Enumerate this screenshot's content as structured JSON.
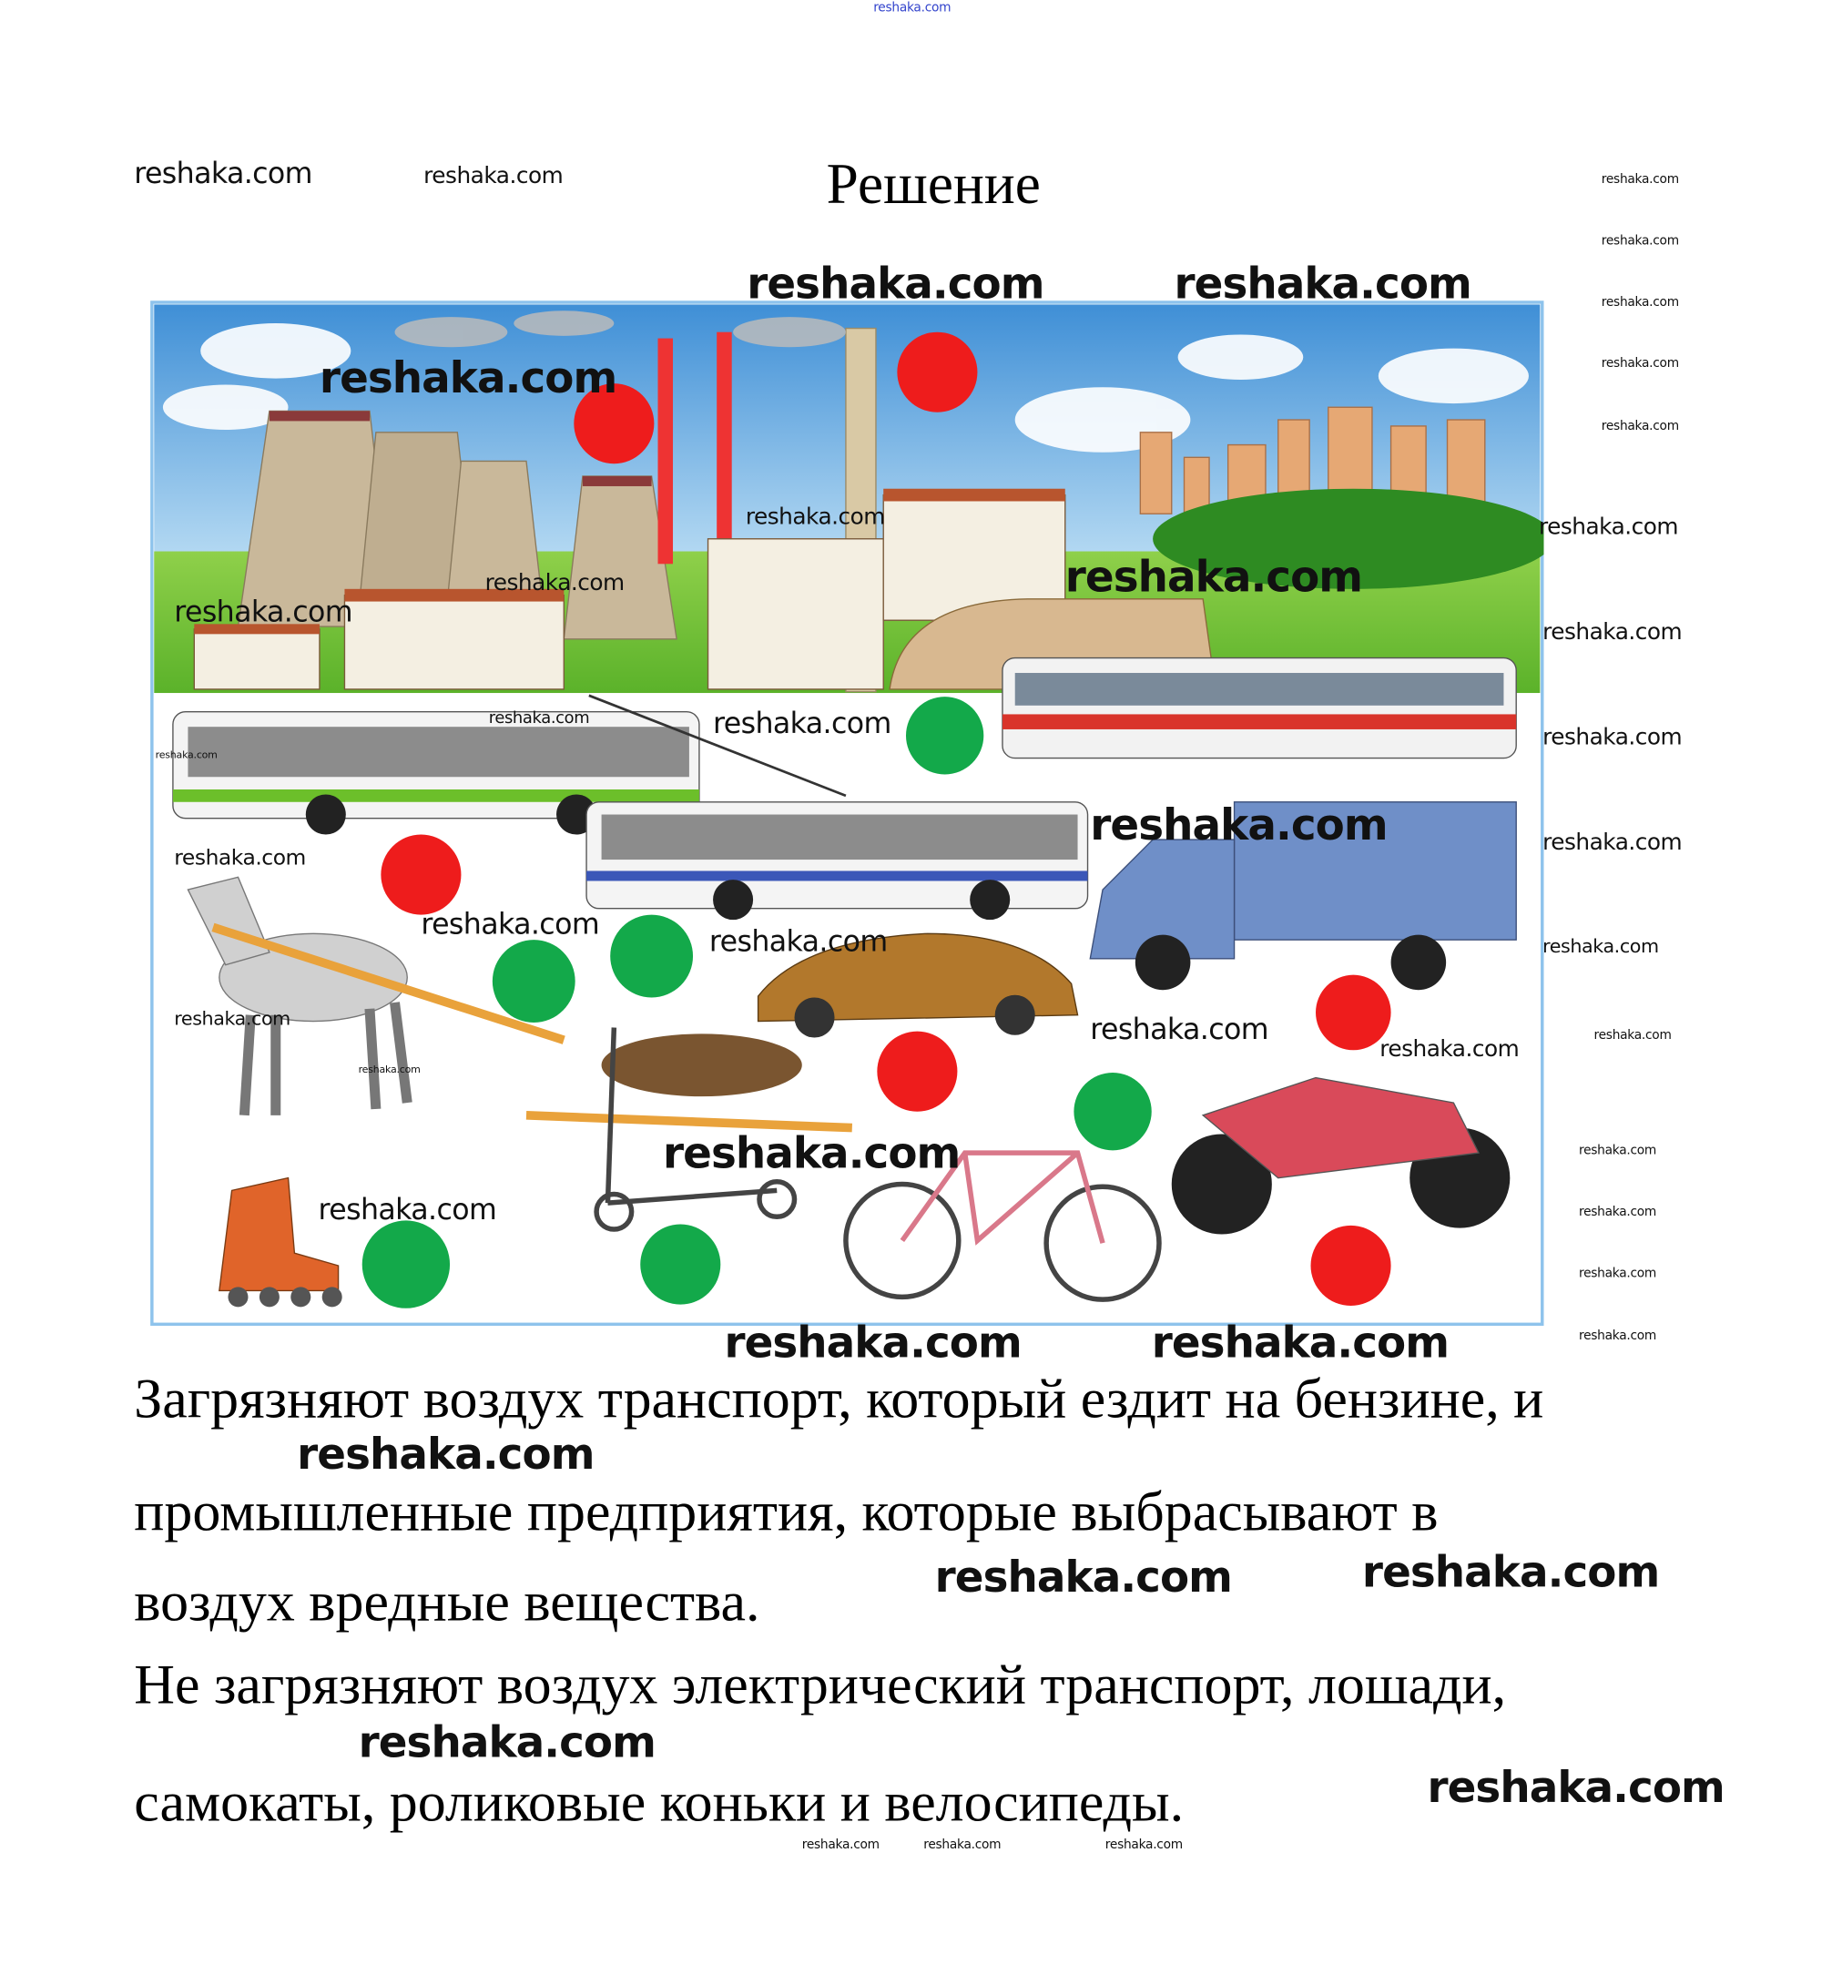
{
  "header": {
    "top_watermark": "reshaka.com",
    "title": "Решение"
  },
  "watermark": "reshaka.com",
  "answer": {
    "lines": [
      "Загрязняют воздух транспорт, который ездит на бензине, и",
      "промышленные предприятия, которые выбрасывают в",
      "воздух вредные вещества.",
      "Не загрязняют воздух электрический транспорт, лошади,",
      "самокаты, роликовые коньки и велосипеды."
    ]
  },
  "colors": {
    "polluting_dot": "#ee1c1c",
    "clean_dot": "#13a94a",
    "frame": "#8ec3ec"
  },
  "picture": {
    "polluting": [
      "factory",
      "power-plant",
      "bus",
      "truck",
      "car",
      "motorcycle"
    ],
    "clean": [
      "tram",
      "trolleybus",
      "horse",
      "scooter",
      "bicycle",
      "roller-skates"
    ]
  }
}
